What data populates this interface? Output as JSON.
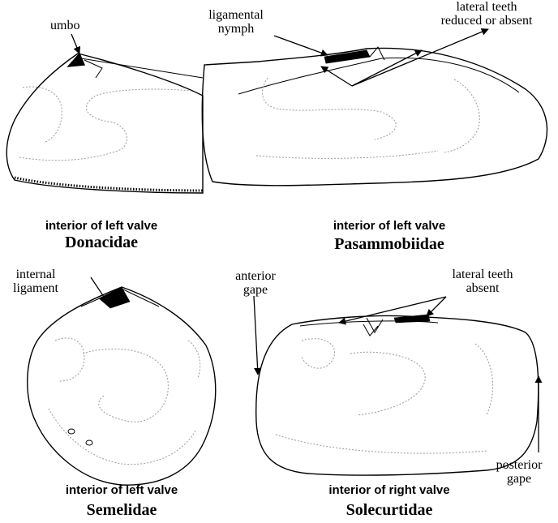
{
  "panels": {
    "donacidae": {
      "labels": {
        "umbo": "umbo"
      },
      "caption": "interior of left valve",
      "family": "Donacidae"
    },
    "pasammobiidae": {
      "labels": {
        "ligamental_nymph_line1": "ligamental",
        "ligamental_nymph_line2": "nymph",
        "lateral_teeth_line1": "lateral teeth",
        "lateral_teeth_line2": "reduced or absent"
      },
      "caption": "interior of left valve",
      "family": "Pasammobiidae"
    },
    "semelidae": {
      "labels": {
        "internal_ligament_line1": "internal",
        "internal_ligament_line2": "ligament"
      },
      "caption": "interior of left valve",
      "family": "Semelidae"
    },
    "solecurtidae": {
      "labels": {
        "anterior_gape_line1": "anterior",
        "anterior_gape_line2": "gape",
        "lateral_teeth_line1": "lateral teeth",
        "lateral_teeth_line2": "absent",
        "posterior_gape_line1": "posterior",
        "posterior_gape_line2": "gape"
      },
      "caption": "interior of right valve",
      "family": "Solecurtidae"
    }
  },
  "colors": {
    "ink": "#000000",
    "background": "#ffffff"
  }
}
